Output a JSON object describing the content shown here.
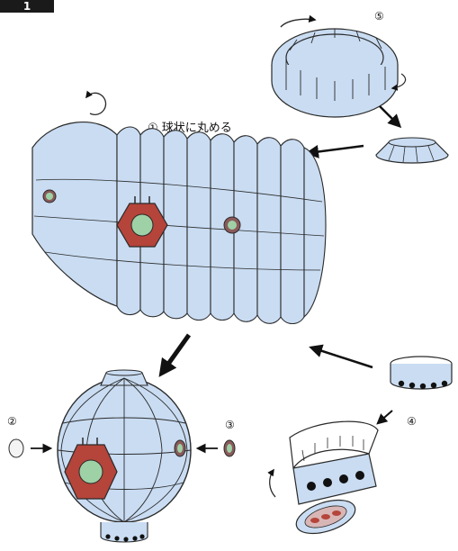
{
  "step": {
    "number": "1",
    "header_text": ""
  },
  "labels": {
    "step1_caption": "① 球状に丸める",
    "circled_2": "②",
    "circled_3": "③",
    "circled_4": "④",
    "circled_5": "⑤"
  },
  "colors": {
    "panel_fill": "#c9dcf2",
    "outline": "#2a2a2a",
    "hatch_red": "#b5443a",
    "hatch_green": "#9fd1a6",
    "port_dark": "#111111",
    "arrow": "#111111"
  }
}
